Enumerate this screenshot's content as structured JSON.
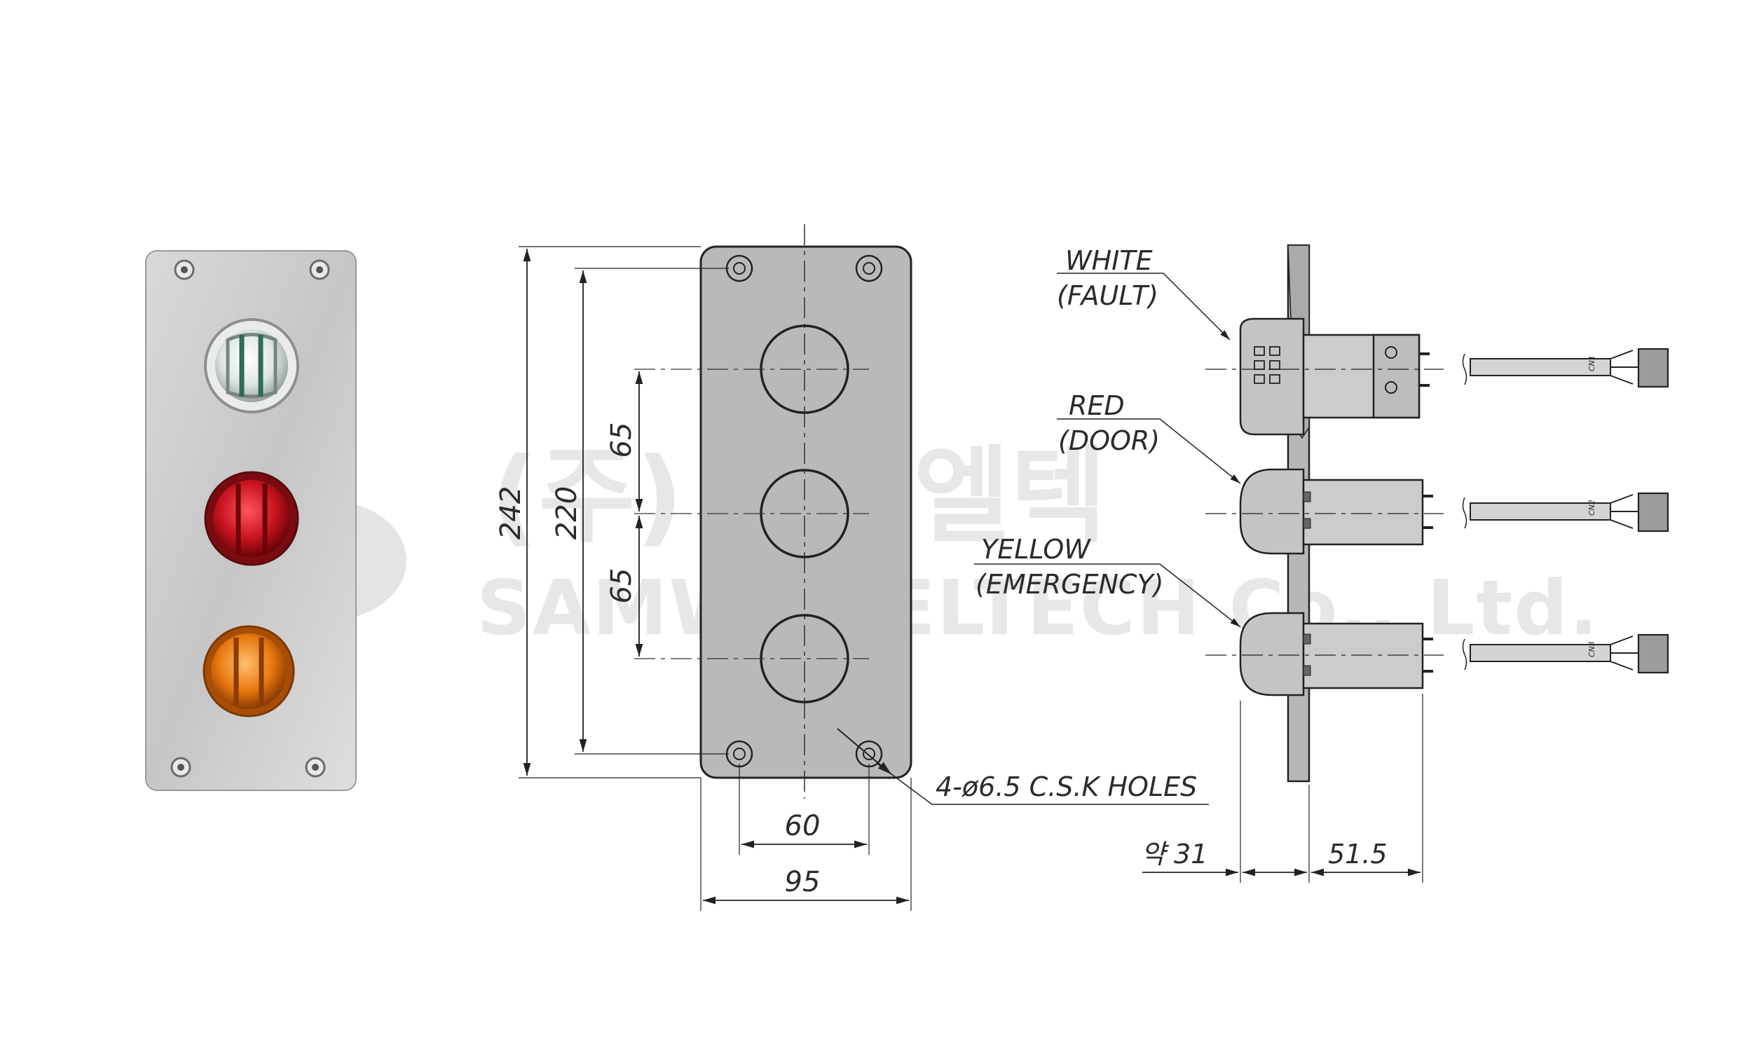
{
  "watermark": {
    "korean": "(주) 삼원엘텍",
    "english": "SAMWONELTECH Co., Ltd."
  },
  "front_view": {
    "dim_95": "95",
    "dim_60": "60",
    "dim_242": "242",
    "dim_220": "220",
    "dim_65_upper": "65",
    "dim_65_lower": "65",
    "holes_note": "4-ø6.5 C.S.K HOLES"
  },
  "side_view": {
    "white_line1": "WHITE",
    "white_line2": "(FAULT)",
    "red_line1": "RED",
    "red_line2": "(DOOR)",
    "yellow_line1": "YELLOW",
    "yellow_line2": "(EMERGENCY)",
    "dim_31": "약 31",
    "dim_51_5": "51.5",
    "connector_1": "CN1",
    "connector_2": "CN2",
    "connector_3": "CN3"
  },
  "lamp_colors": {
    "white": "#dfe6e4",
    "red": "#c8141e",
    "yellow": "#e8780f"
  }
}
